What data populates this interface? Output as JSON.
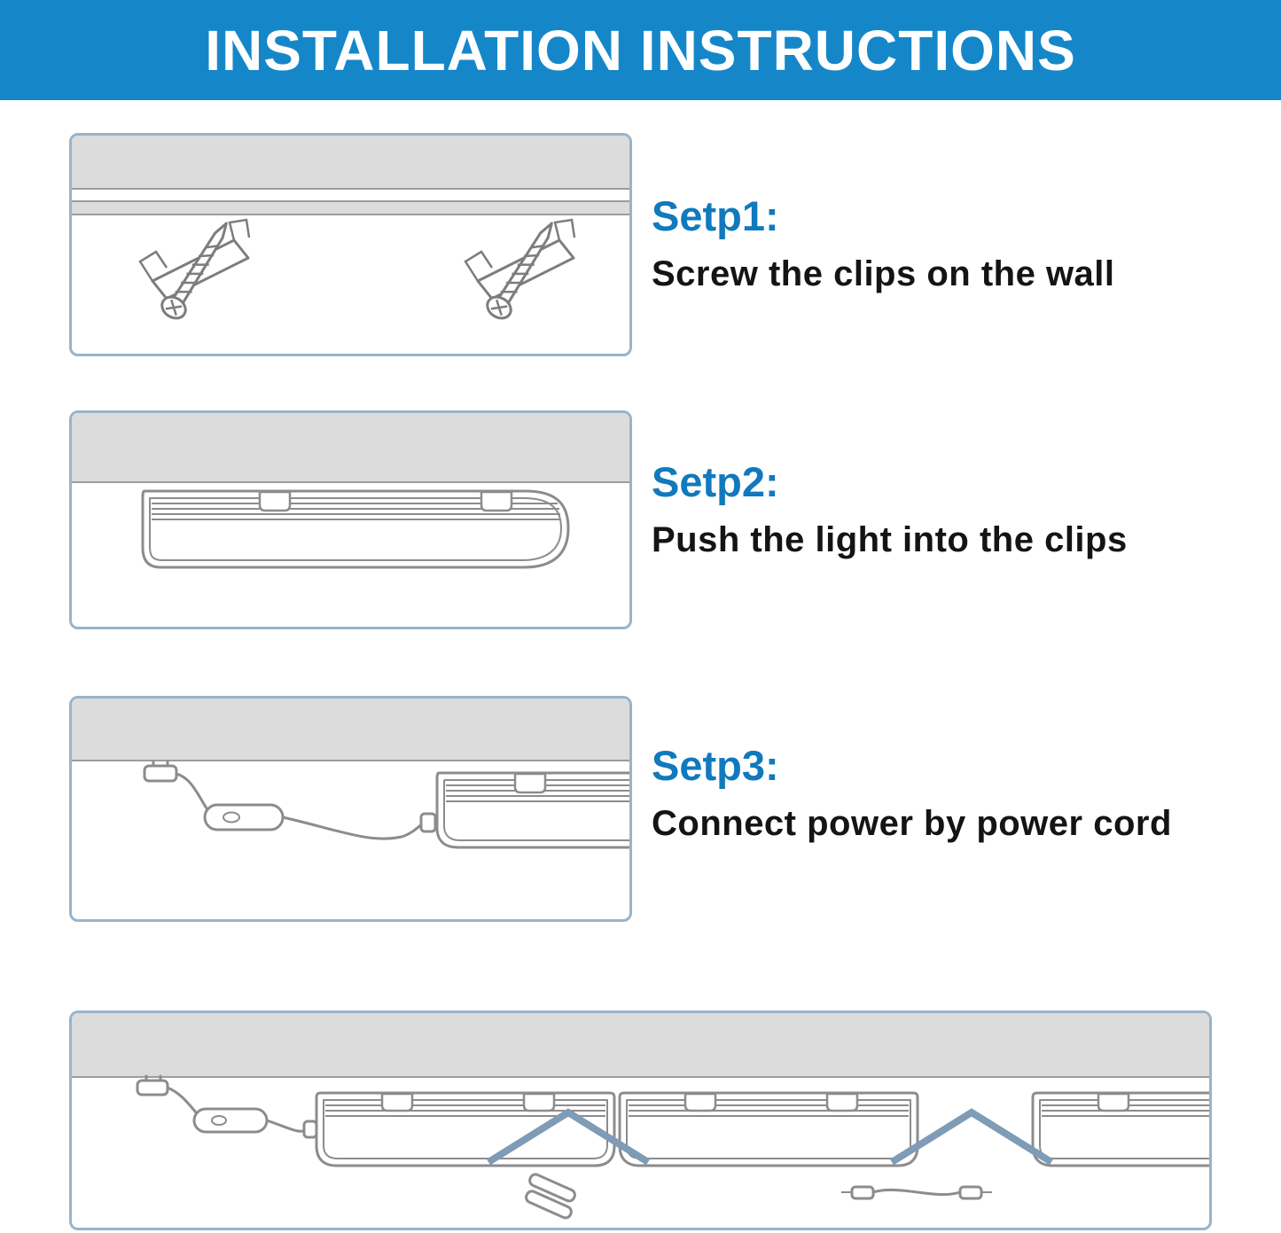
{
  "header": {
    "title": "INSTALLATION INSTRUCTIONS"
  },
  "steps": [
    {
      "label": "Setp1:",
      "description": "Screw the clips on the wall"
    },
    {
      "label": "Setp2:",
      "description": "Push the light into the clips"
    },
    {
      "label": "Setp3:",
      "description": "Connect power by power cord"
    }
  ],
  "colors": {
    "header-bg": "#1587c9",
    "step-label": "#1179bd",
    "panel-border": "#98b4ca",
    "band-fill": "#dcdcdc",
    "line-gray": "#8c8c8c",
    "chevron": "#7e9cb6"
  }
}
